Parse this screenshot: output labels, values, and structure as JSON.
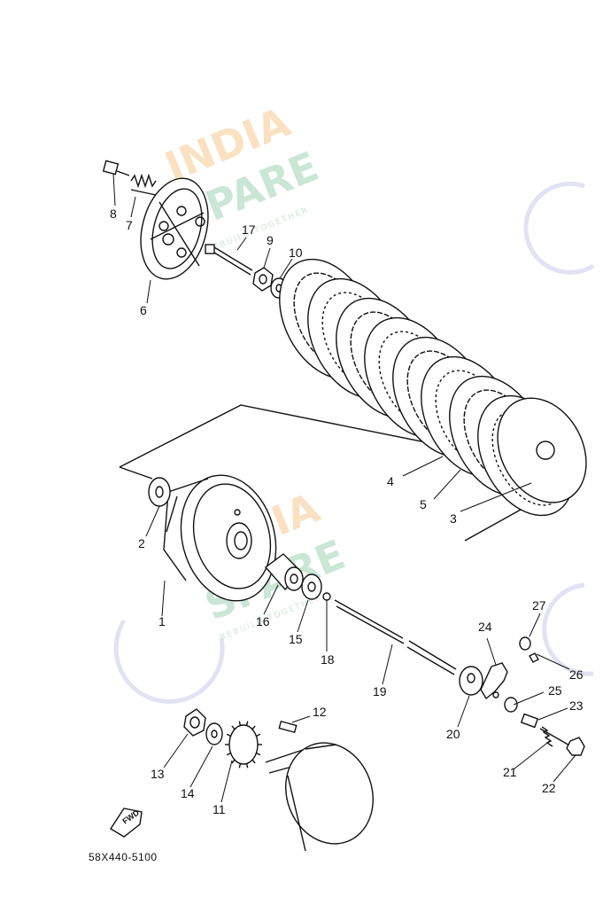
{
  "watermark": {
    "brand_top": "INDIA",
    "brand_bottom": "SPARE",
    "tagline": "REBUILD TOGETHER",
    "color_orange": "#f5c98f",
    "color_green": "#9fd2b4"
  },
  "drawing_code": "58X440-5100",
  "fwd_label": "FWD",
  "callouts": [
    {
      "id": "1",
      "text": "1"
    },
    {
      "id": "2",
      "text": "2"
    },
    {
      "id": "3",
      "text": "3"
    },
    {
      "id": "4",
      "text": "4"
    },
    {
      "id": "5",
      "text": "5"
    },
    {
      "id": "6",
      "text": "6"
    },
    {
      "id": "7",
      "text": "7"
    },
    {
      "id": "8",
      "text": "8"
    },
    {
      "id": "9",
      "text": "9"
    },
    {
      "id": "10",
      "text": "10"
    },
    {
      "id": "11",
      "text": "11"
    },
    {
      "id": "12",
      "text": "12"
    },
    {
      "id": "13",
      "text": "13"
    },
    {
      "id": "14",
      "text": "14"
    },
    {
      "id": "15",
      "text": "15"
    },
    {
      "id": "16",
      "text": "16"
    },
    {
      "id": "17",
      "text": "17"
    },
    {
      "id": "18",
      "text": "18"
    },
    {
      "id": "19",
      "text": "19"
    },
    {
      "id": "20",
      "text": "20"
    },
    {
      "id": "21",
      "text": "21"
    },
    {
      "id": "22",
      "text": "22"
    },
    {
      "id": "23",
      "text": "23"
    },
    {
      "id": "24",
      "text": "24"
    },
    {
      "id": "25",
      "text": "25"
    },
    {
      "id": "26",
      "text": "26"
    },
    {
      "id": "27",
      "text": "27"
    }
  ]
}
